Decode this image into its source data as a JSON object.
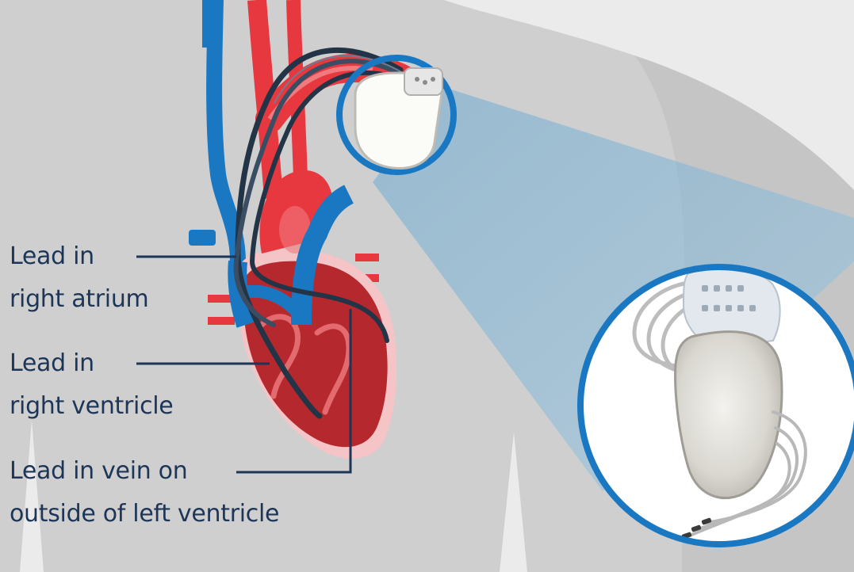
{
  "labels": {
    "right_atrium": {
      "line1": "Lead in",
      "line2": "right atrium"
    },
    "right_ventricle": {
      "line1": "Lead in",
      "line2": "right ventricle"
    },
    "left_ventricle": {
      "line1": "Lead in vein on",
      "line2": "outside of left ventricle"
    }
  },
  "colors": {
    "background": "#ebebeb",
    "body_silhouette": "#cfcfcf",
    "artery_red": "#e8383f",
    "vein_blue": "#1a78c2",
    "heart_muscle": "#b5282d",
    "pericardium_pink": "#f4c4c6",
    "lead_dark": "#243447",
    "callout_ring": "#1a78c2",
    "label_text": "#1d3557"
  }
}
